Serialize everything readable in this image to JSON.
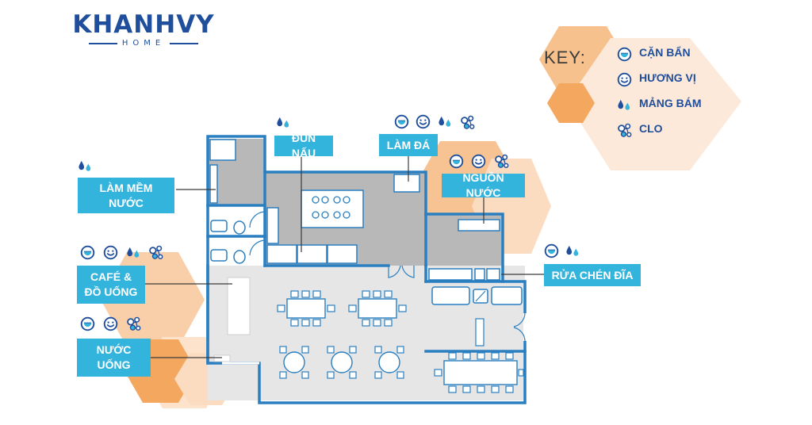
{
  "logo": {
    "brand": "KHANHVY",
    "sub": "HOME"
  },
  "colors": {
    "accent": "#33b4dd",
    "wall": "#2a7fc0",
    "orange": "#f4a85f",
    "dark_blue": "#1f4e9c"
  },
  "legend": {
    "title": "KEY:",
    "items": [
      {
        "icon": "sediment-icon",
        "label": "CẶN BẨN"
      },
      {
        "icon": "taste-icon",
        "label": "HƯƠNG VỊ"
      },
      {
        "icon": "scale-icon",
        "label": "MẢNG BÁM"
      },
      {
        "icon": "chlorine-icon",
        "label": "CLO"
      }
    ]
  },
  "stations": {
    "softener": {
      "label": "LÀM MỀM NƯỚC",
      "icons": [
        "scale-icon"
      ]
    },
    "cooking": {
      "label": "ĐUN NẤU",
      "icons": [
        "scale-icon"
      ]
    },
    "ice": {
      "label": "LÀM ĐÁ",
      "icons": [
        "sediment-icon",
        "taste-icon",
        "scale-icon",
        "chlorine-icon"
      ]
    },
    "source": {
      "label": "NGUỒN NƯỚC",
      "icons": [
        "sediment-icon",
        "taste-icon",
        "chlorine-icon"
      ]
    },
    "dishwash": {
      "label": "RỬA CHÉN ĐĨA",
      "icons": [
        "sediment-icon",
        "scale-icon"
      ]
    },
    "cafe": {
      "label_line1": "CAFÉ &",
      "label_line2": "ĐỒ UỐNG",
      "icons": [
        "sediment-icon",
        "taste-icon",
        "scale-icon",
        "chlorine-icon"
      ]
    },
    "drinking": {
      "label_line1": "NƯỚC",
      "label_line2": "UỐNG",
      "icons": [
        "sediment-icon",
        "taste-icon",
        "chlorine-icon"
      ]
    }
  }
}
